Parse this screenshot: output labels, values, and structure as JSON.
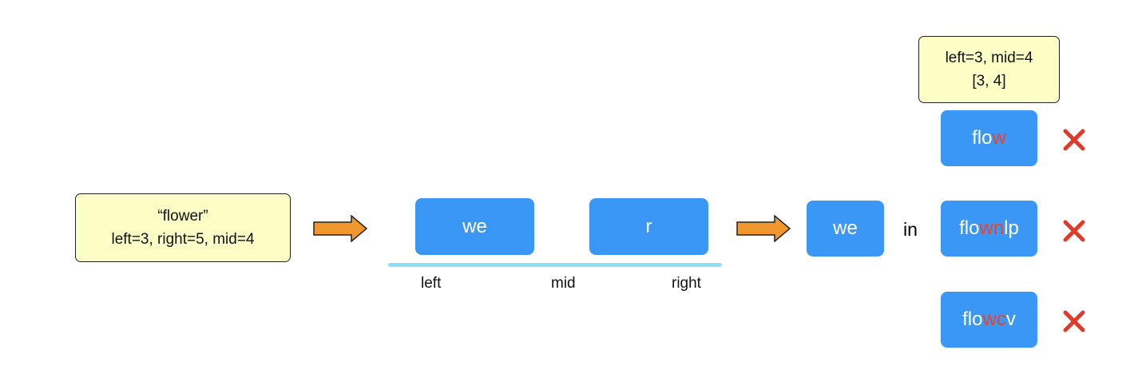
{
  "start_note": {
    "line1": "“flower”",
    "line2": "left=3, right=5, mid=4"
  },
  "halves": {
    "left_part": "we",
    "right_part": "r"
  },
  "axis_labels": {
    "left": "left",
    "mid": "mid",
    "right": "right"
  },
  "search": {
    "substring": "we",
    "in_word": "in"
  },
  "top_note": {
    "line1": "left=3, mid=4",
    "line2": "[3, 4]"
  },
  "candidates": [
    {
      "normal_prefix": "flo",
      "highlight": "w",
      "normal_suffix": ""
    },
    {
      "normal_prefix": "flo",
      "highlight": "wn",
      "normal_suffix": "lp"
    },
    {
      "normal_prefix": "flo",
      "highlight": "wc",
      "normal_suffix": "v"
    }
  ],
  "colors": {
    "note_fill": "#fdfdc6",
    "box_fill": "#3b97f5",
    "highlight_text": "#e8432f",
    "arrow_fill": "#f0982e",
    "range_line": "#8fe0f2",
    "cross": "#e03a2a"
  },
  "icons": {
    "arrow": "right-arrow-icon",
    "mismatch": "cross-icon"
  }
}
